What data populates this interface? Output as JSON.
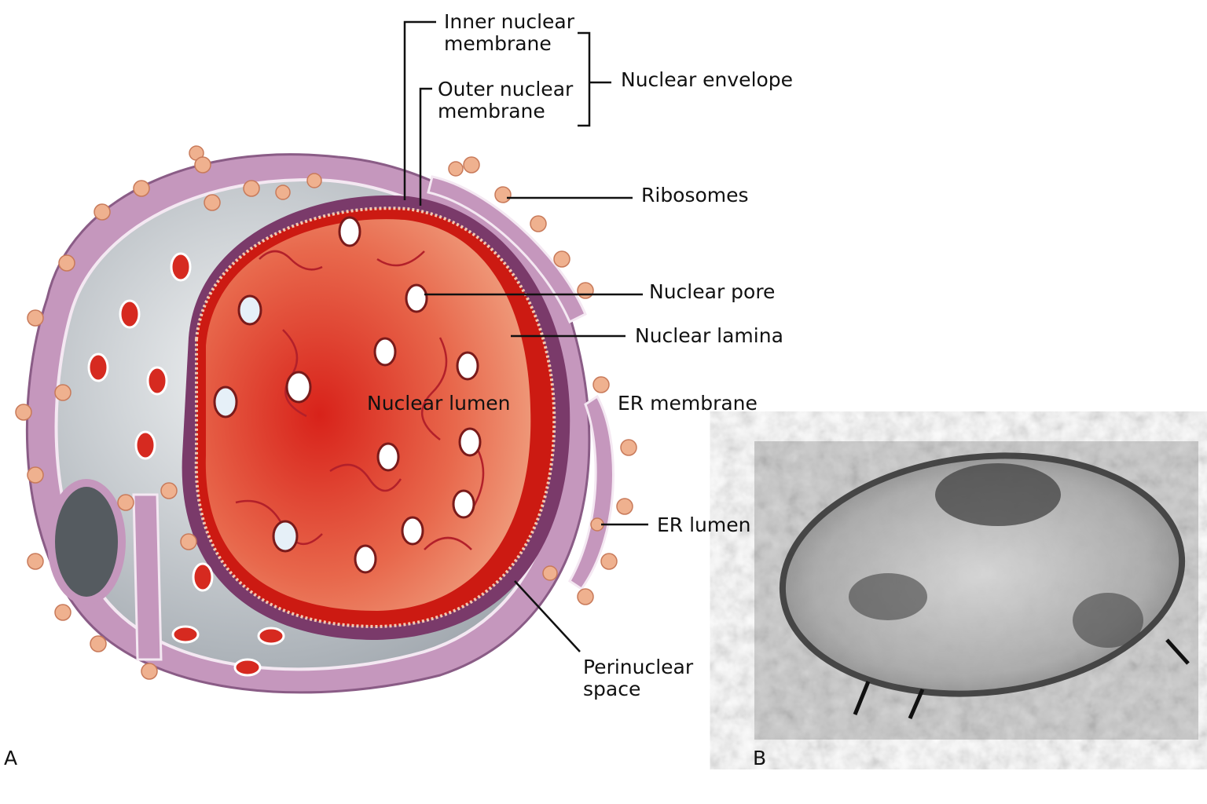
{
  "panel_a": {
    "letter": "A",
    "labels": {
      "inner_membrane": [
        "Inner nuclear",
        "membrane"
      ],
      "outer_membrane": [
        "Outer nuclear",
        "membrane"
      ],
      "nuclear_envelope": "Nuclear envelope",
      "ribosomes": "Ribosomes",
      "nuclear_pore": "Nuclear pore",
      "nuclear_lamina": "Nuclear lamina",
      "nuclear_lumen": "Nuclear lumen",
      "er_membrane": "ER membrane",
      "er_lumen": "ER lumen",
      "perinuclear_space": [
        "Perinuclear",
        "space"
      ]
    }
  },
  "panel_b": {
    "letter": "B"
  },
  "colors": {
    "nucleus": "#e0503a",
    "envelope": "#7a3a6a",
    "er": "#c79ac0",
    "cytoplasm": "#cfd4d8",
    "ribosome": "#efb18f"
  }
}
